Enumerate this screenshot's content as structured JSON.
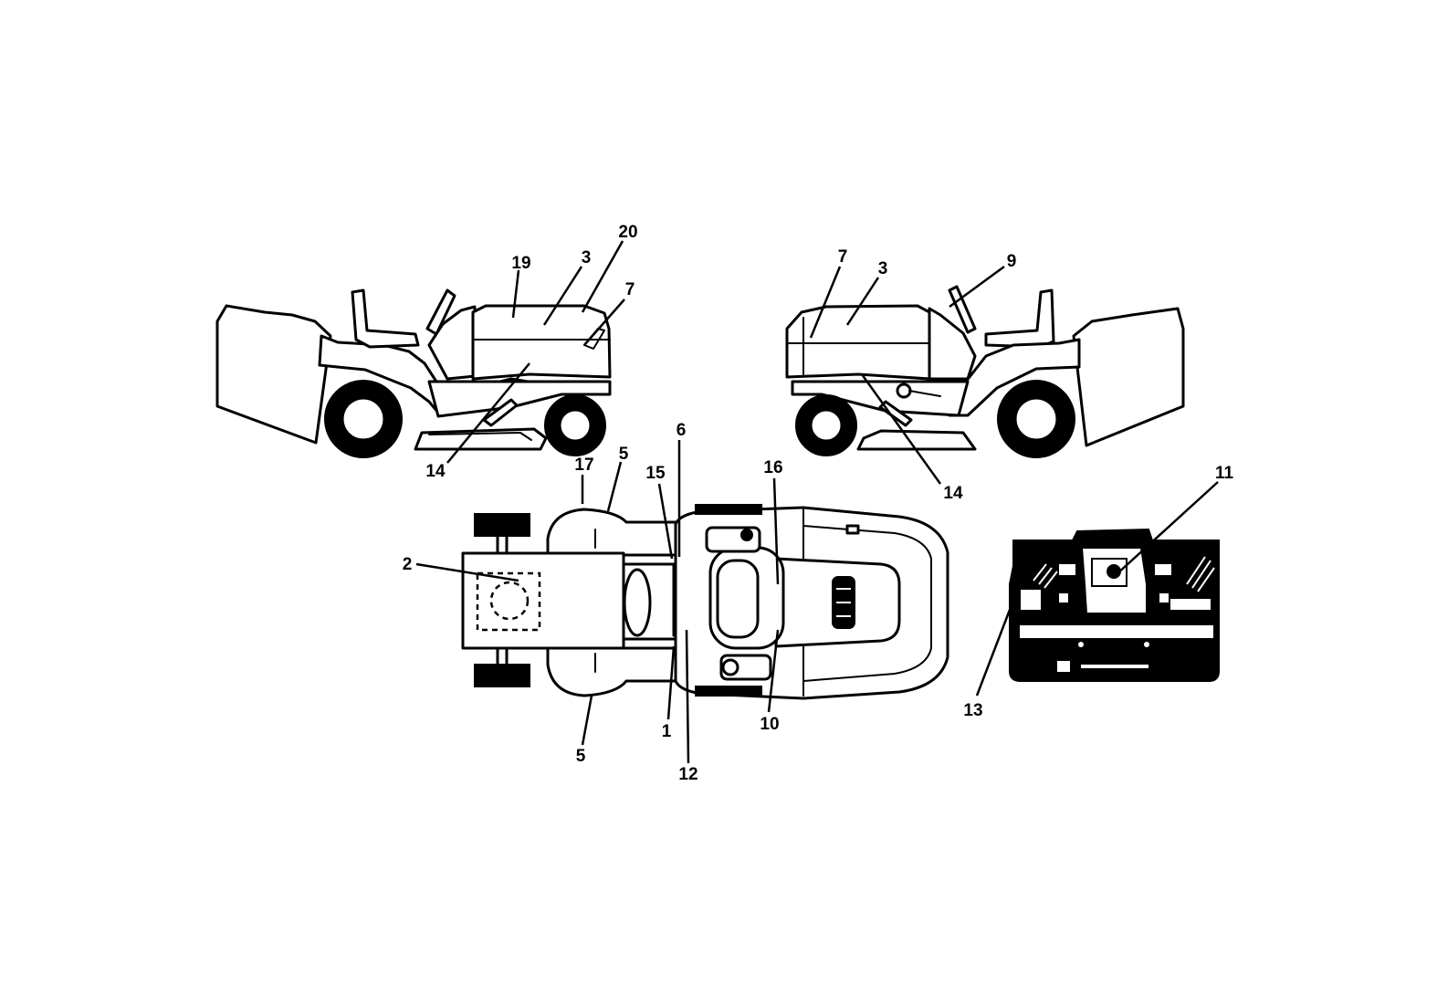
{
  "colors": {
    "ink": "#000000",
    "paper": "#ffffff"
  },
  "callouts": {
    "left_view": {
      "c19": "19",
      "c3": "3",
      "c20": "20",
      "c7": "7",
      "c14": "14"
    },
    "right_view": {
      "c7": "7",
      "c3": "3",
      "c9": "9",
      "c14": "14"
    },
    "top_view": {
      "c6": "6",
      "c5_top": "5",
      "c17": "17",
      "c15": "15",
      "c16": "16",
      "c2": "2",
      "c1": "1",
      "c12": "12",
      "c10": "10",
      "c5_bottom": "5"
    },
    "panel_view": {
      "c11": "11",
      "c13": "13"
    }
  }
}
